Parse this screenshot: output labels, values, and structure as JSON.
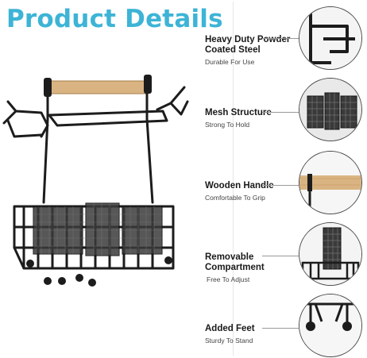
{
  "header": {
    "title": "Product Details"
  },
  "features": [
    {
      "name_line1": "Heavy Duty Powder",
      "name_line2": "Coated Steel",
      "sub": "Durable For Use",
      "icon": "wire-frame-closeup-icon"
    },
    {
      "name_line1": "Mesh Structure",
      "name_line2": "",
      "sub": "Strong To Hold",
      "icon": "mesh-cup-closeup-icon"
    },
    {
      "name_line1": "Wooden Handle",
      "name_line2": "",
      "sub": "Comfortable To Grip",
      "icon": "wooden-handle-closeup-icon"
    },
    {
      "name_line1": "Removable",
      "name_line2": "Compartment",
      "sub": "Free To  Adjust",
      "icon": "removable-compartment-closeup-icon"
    },
    {
      "name_line1": "Added Feet",
      "name_line2": "",
      "sub": "Sturdy To Stand",
      "icon": "feet-closeup-icon"
    }
  ],
  "colors": {
    "title": "#3db4d6",
    "frame": "#1c1c1c",
    "wood": "#d9b482"
  }
}
